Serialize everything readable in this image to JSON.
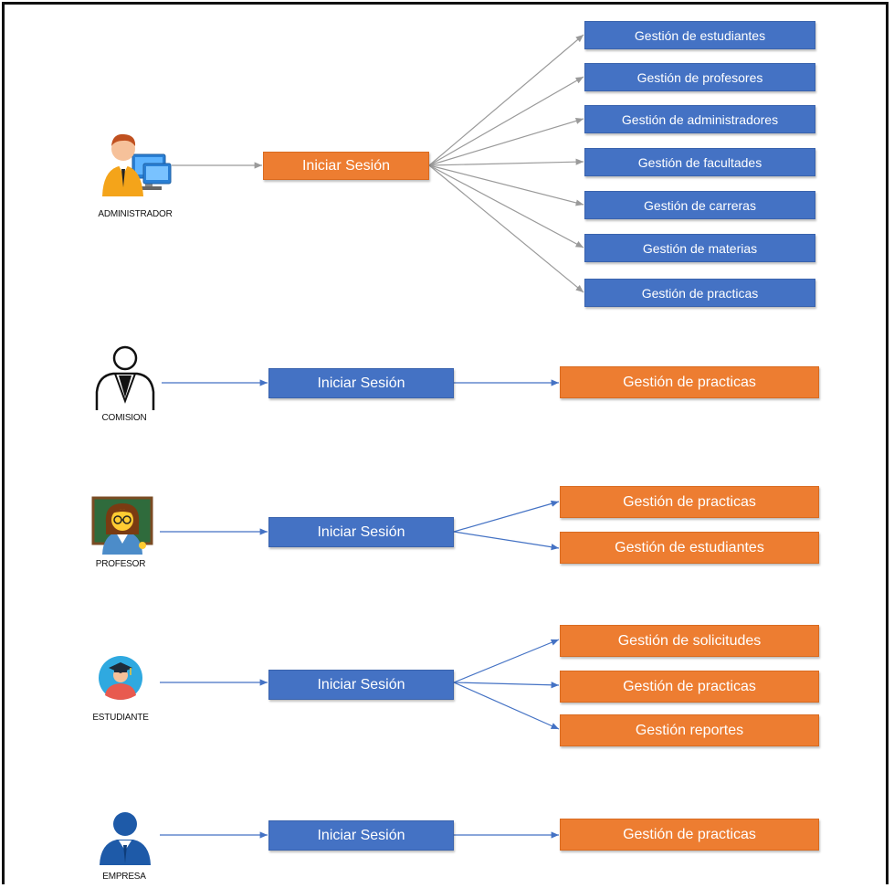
{
  "roles": [
    {
      "id": "administrador",
      "label": "ADMINISTRADOR",
      "icon": "admin-computer-icon",
      "login": "Iniciar Sesión",
      "login_color": "#ed7d31",
      "targets_color": "#4472c4",
      "targets": [
        "Gestión de estudiantes",
        "Gestión de profesores",
        "Gestión de administradores",
        "Gestión de facultades",
        "Gestión de carreras",
        "Gestión de materias",
        "Gestión de practicas"
      ]
    },
    {
      "id": "comision",
      "label": "COMISION",
      "icon": "person-outline-icon",
      "login": "Iniciar Sesión",
      "login_color": "#4472c4",
      "targets_color": "#ed7d31",
      "targets": [
        "Gestión de practicas"
      ]
    },
    {
      "id": "profesor",
      "label": "PROFESOR",
      "icon": "teacher-icon",
      "login": "Iniciar Sesión",
      "login_color": "#4472c4",
      "targets_color": "#ed7d31",
      "targets": [
        "Gestión de practicas",
        "Gestión de estudiantes"
      ]
    },
    {
      "id": "estudiante",
      "label": "ESTUDIANTE",
      "icon": "graduate-student-icon",
      "login": "Iniciar Sesión",
      "login_color": "#4472c4",
      "targets_color": "#ed7d31",
      "targets": [
        "Gestión de solicitudes",
        "Gestión de practicas",
        "Gestión reportes"
      ]
    },
    {
      "id": "empresa",
      "label": "EMPRESA",
      "icon": "businessman-icon",
      "login": "Iniciar Sesión",
      "login_color": "#4472c4",
      "targets_color": "#ed7d31",
      "targets": [
        "Gestión de practicas"
      ]
    }
  ]
}
